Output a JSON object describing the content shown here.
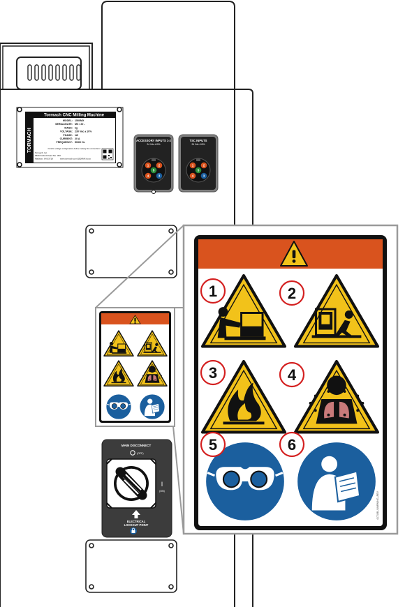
{
  "nameplate": {
    "brand": "TORMACH",
    "title": "Tormach CNC Milling Machine",
    "rows": [
      {
        "label": "MODEL:",
        "value": "1500MX"
      },
      {
        "label": "SERIAL/DATE:",
        "value": "MX        / 20   -"
      },
      {
        "label": "MASS:",
        "value": "kg"
      },
      {
        "label": "VOLTAGE:",
        "value": "230 Vac ± 10%"
      },
      {
        "label": "PHASE:",
        "value": "1Ø"
      },
      {
        "label": "CURRENT:",
        "value": "20 A"
      },
      {
        "label": "FREQUENCY:",
        "value": "50/60 Hz"
      }
    ],
    "note": "Confirm voltage configuration before making line connection!",
    "company": "Tormach, Inc.",
    "address1": "6509 Fulford Road Ste. 300",
    "address2": "Madison, WI 53718",
    "website": "www.tormach.com/1500MX-docs"
  },
  "accessory_panel": {
    "title": "ACCESSORY INPUTS 1-2",
    "subtitle": "24 Vdc ±10%",
    "pins": [
      "1",
      "2",
      "3",
      "4",
      "5"
    ]
  },
  "tsc_panel": {
    "title": "TSC INPUTS",
    "subtitle": "24 Vdc ±10%",
    "pins": [
      "1",
      "2",
      "3",
      "4",
      "5"
    ]
  },
  "disconnect": {
    "title": "MAIN DISCONNECT",
    "off_label": "(OFF)",
    "on_symbol": "I",
    "on_label": "(ON)",
    "lockout_line1": "ELECTRICAL",
    "lockout_line2": "LOCKOUT POINT"
  },
  "warning_label": {
    "callouts": [
      "1",
      "2",
      "3",
      "4",
      "5",
      "6"
    ],
    "part_number": "41710B_WARNING_REV",
    "icons": [
      "entanglement-warning-icon",
      "crush-warning-icon",
      "flammable-warning-icon",
      "inhalation-warning-icon",
      "eye-protection-icon",
      "read-manual-icon"
    ]
  },
  "colors": {
    "warning_orange": "#d9531e",
    "hazard_yellow": "#f2c21a",
    "mandatory_blue": "#1b5f9e",
    "callout_red": "#d42020",
    "panel_gray": "#8a8a8a",
    "disconnect_dark": "#3c3c3c"
  }
}
